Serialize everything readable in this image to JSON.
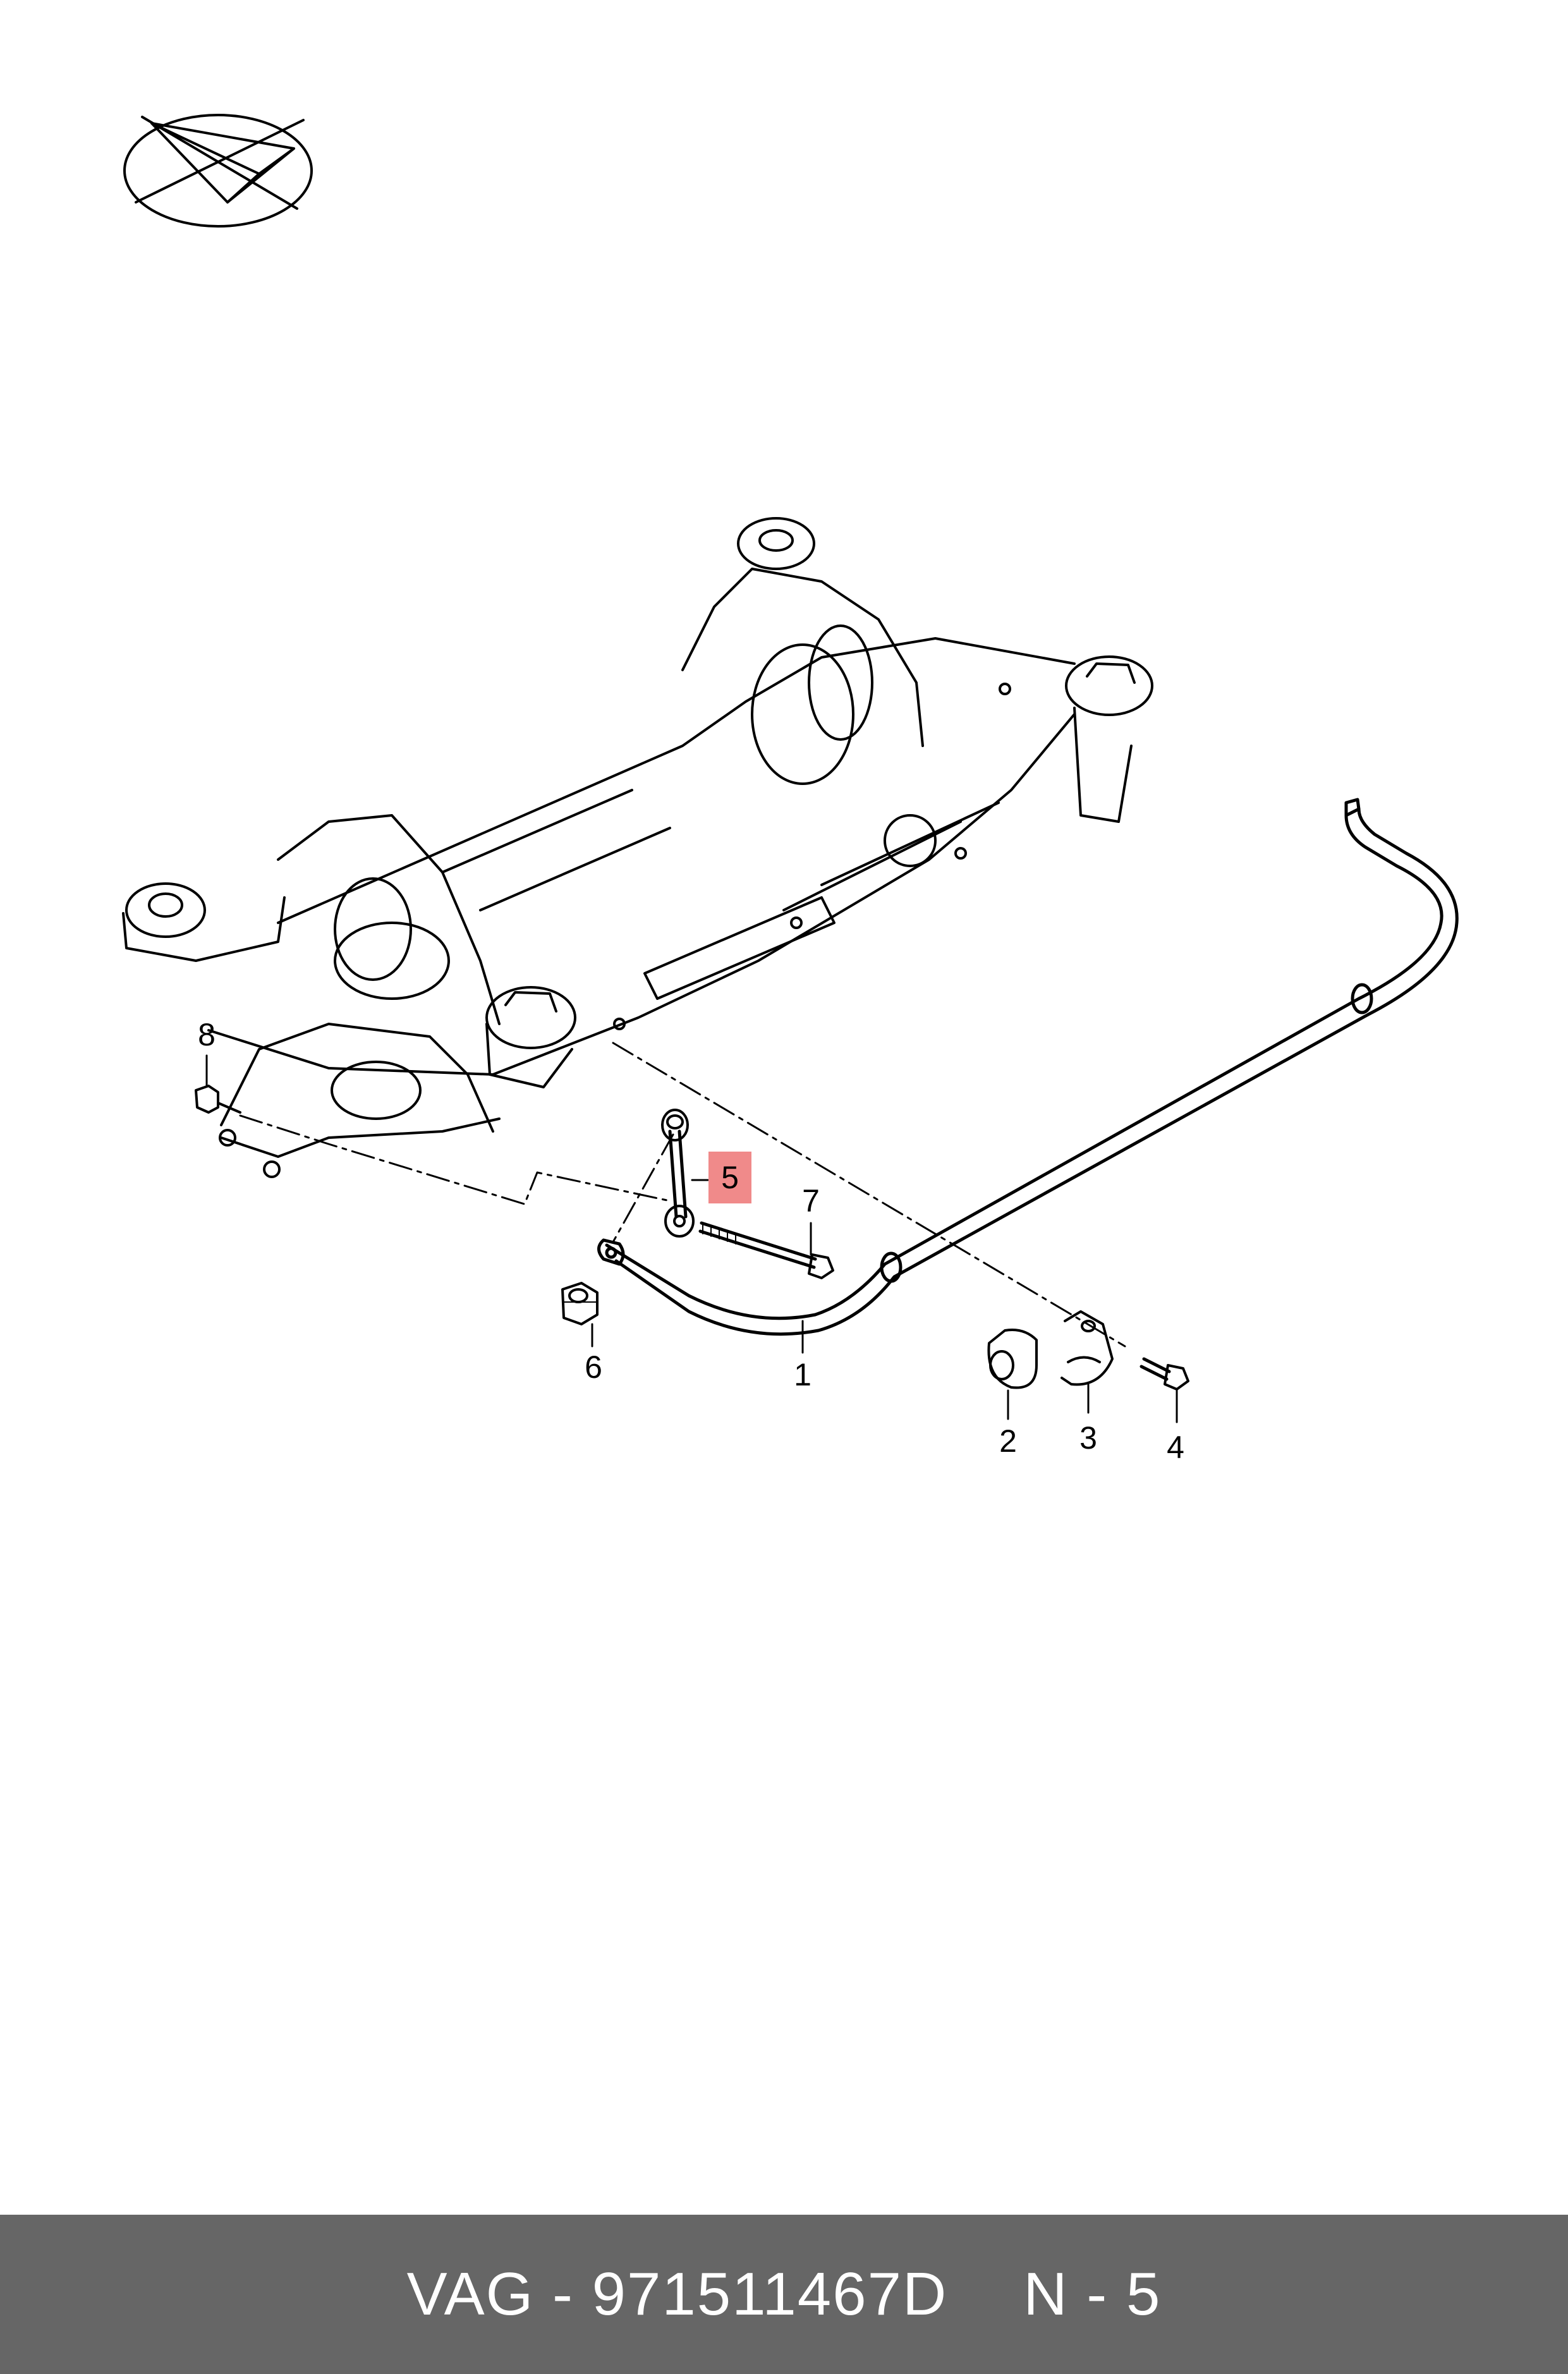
{
  "logo": {
    "icon": "paper-plane-logo-icon"
  },
  "diagram": {
    "callouts": [
      {
        "id": "1",
        "label": "1"
      },
      {
        "id": "2",
        "label": "2"
      },
      {
        "id": "3",
        "label": "3"
      },
      {
        "id": "4",
        "label": "4"
      },
      {
        "id": "5",
        "label": "5",
        "highlighted": true
      },
      {
        "id": "6",
        "label": "6"
      },
      {
        "id": "7",
        "label": "7"
      },
      {
        "id": "8",
        "label": "8"
      }
    ],
    "highlight_color": "#f08a8a"
  },
  "footer": {
    "brand": "VAG",
    "separator": "-",
    "part_number": "971511467D",
    "position": "N - 5",
    "background": "#666666"
  }
}
